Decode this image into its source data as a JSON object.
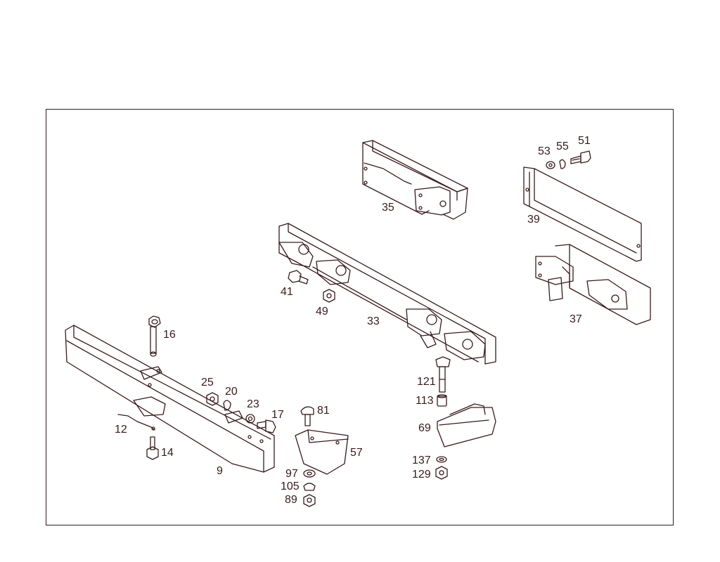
{
  "labels": {
    "p9": "9",
    "p12": "12",
    "p14": "14",
    "p16": "16",
    "p17": "17",
    "p20": "20",
    "p23": "23",
    "p25": "25",
    "p33": "33",
    "p35": "35",
    "p37": "37",
    "p39": "39",
    "p41": "41",
    "p49": "49",
    "p51": "51",
    "p53": "53",
    "p55": "55",
    "p57": "57",
    "p69": "69",
    "p81": "81",
    "p89": "89",
    "p97": "97",
    "p105": "105",
    "p113": "113",
    "p121": "121",
    "p129": "129",
    "p137": "137"
  },
  "colors": {
    "line": "#3a1a1a",
    "background": "#ffffff"
  }
}
